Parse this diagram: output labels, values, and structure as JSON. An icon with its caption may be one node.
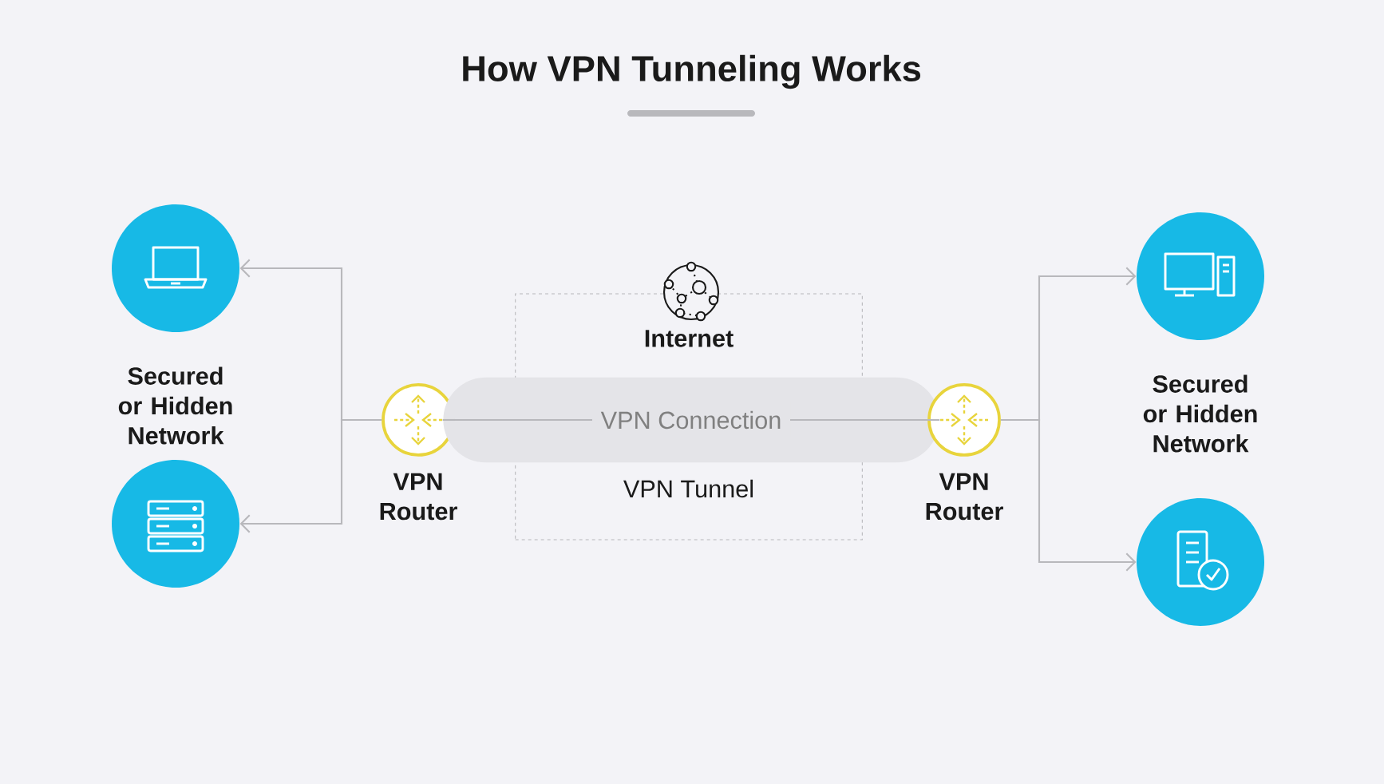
{
  "diagram": {
    "title": "How VPN Tunneling Works",
    "nodes": [
      {
        "text": [],
        "shape": "circle"
      },
      {
        "text": [],
        "shape": "circle"
      },
      {
        "text": [
          "VPN Router"
        ]
      },
      {
        "text": [
          "Internet",
          "VPN Tunnel"
        ]
      },
      {
        "text": [
          "VPN Connection"
        ]
      },
      {
        "text": [
          "VPN Router"
        ]
      },
      {
        "text": [],
        "shape": "circle"
      },
      {
        "text": [],
        "shape": "circle"
      }
    ],
    "edges": [
      {
        "from": 2,
        "to": 0,
        "arrow": "to"
      },
      {
        "from": 2,
        "to": 1,
        "arrow": "to"
      },
      {
        "from": 2,
        "to": 4,
        "arrow": "none"
      },
      {
        "from": 4,
        "to": 5,
        "arrow": "none"
      },
      {
        "from": 5,
        "to": 6,
        "arrow": "to"
      },
      {
        "from": 5,
        "to": 7,
        "arrow": "to"
      }
    ],
    "labels": [
      "Secured or Hidden Network",
      "Secured or Hidden Network"
    ]
  }
}
